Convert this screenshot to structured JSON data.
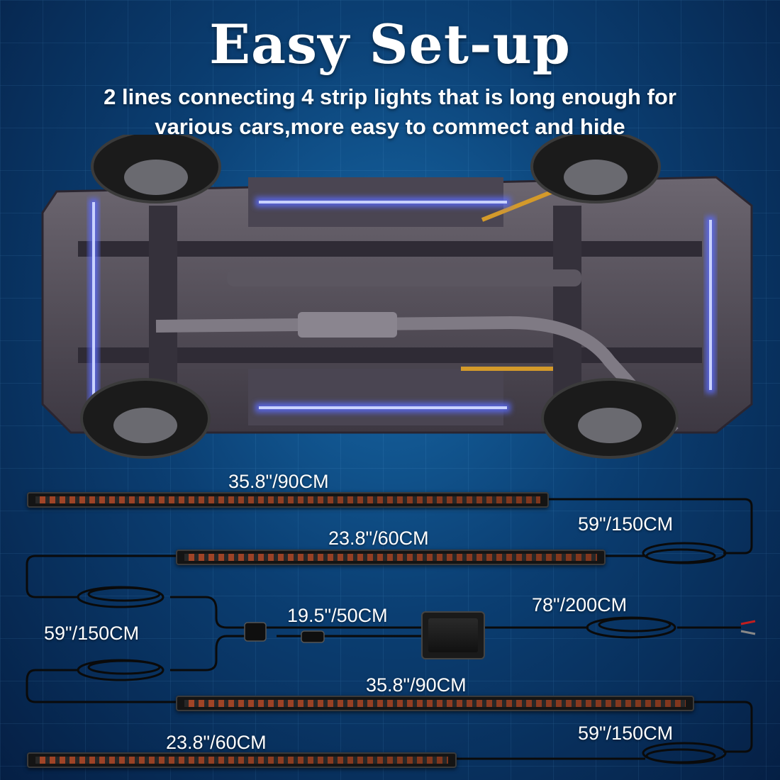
{
  "header": {
    "title": "Easy Set-up",
    "subtitle": "2 lines connecting 4 strip lights that is long enough for various cars,more easy to commect and hide"
  },
  "labels": {
    "strip_top_90": "35.8\"/90CM",
    "cable_top_150": "59\"/150CM",
    "strip_top_60": "23.8\"/60CM",
    "cable_mid_50": "19.5\"/50CM",
    "cable_power_200": "78\"/200CM",
    "cable_left_150": "59\"/150CM",
    "strip_bottom_90": "35.8\"/90CM",
    "cable_bottom_150": "59\"/150CM",
    "strip_bottom_60": "23.8\"/60CM"
  },
  "colors": {
    "background": "#0b3f73",
    "led_glow": "#5b6cff",
    "cable": "#0a0a0a"
  }
}
